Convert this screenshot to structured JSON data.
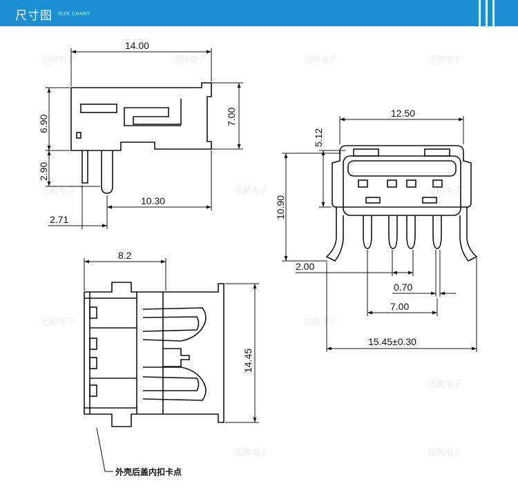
{
  "header": {
    "title": "尺寸图",
    "subtitle": "SIZE CHART",
    "accent_color": "#1b8fd0"
  },
  "dimensions": {
    "side_length": "14.00",
    "side_upper_height": "6.90",
    "side_total_height": "7.00",
    "side_pin_height": "2.90",
    "side_bottom_length": "10.30",
    "side_pin_offset": "2.71",
    "front_width": "12.50",
    "front_top_offset": "5.12",
    "front_height": "10.90",
    "front_pin_offset": "2.00",
    "front_pin_pitch": "0.70",
    "front_pin_span": "7.00",
    "front_total_width": "15.45±0.30",
    "top_width": "8.2",
    "top_length": "14.45"
  },
  "note": "外壳后盖内扣卡点",
  "watermark": "迅腾电子"
}
